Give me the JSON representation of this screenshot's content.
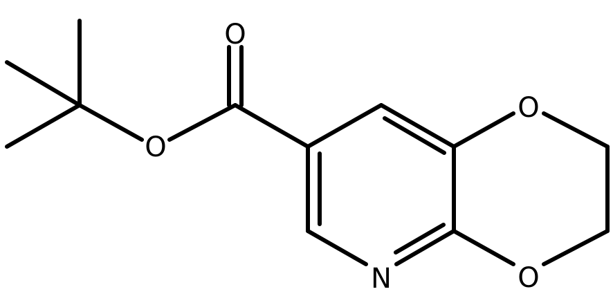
{
  "molecule": {
    "atoms": {
      "carbonyl_oxygen": "O",
      "ester_oxygen": "O",
      "ring_oxygen_top": "O",
      "ring_oxygen_bottom": "O",
      "pyridine_nitrogen": "N"
    },
    "colors": {
      "bond": "#000000",
      "label": "#000000",
      "background": "#ffffff"
    }
  }
}
